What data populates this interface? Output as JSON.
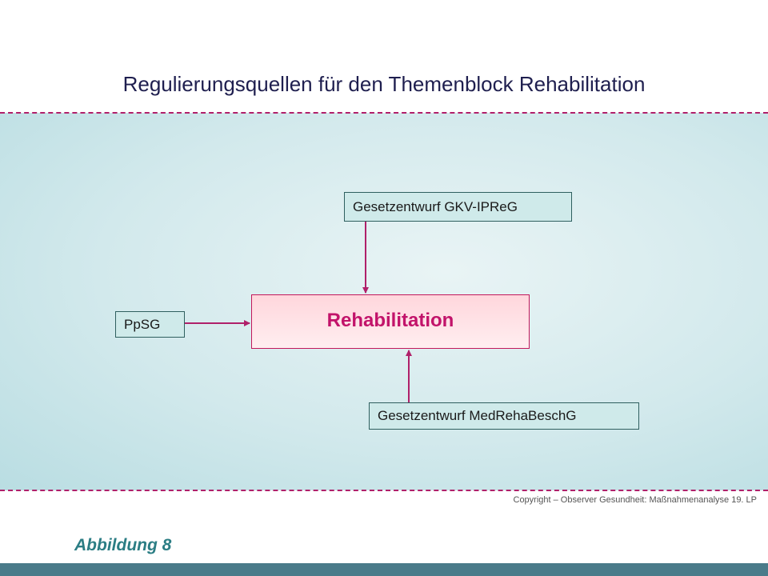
{
  "title": "Regulierungsquellen für den Themenblock Rehabilitation",
  "center_node": "Rehabilitation",
  "nodes": {
    "top": "Gesetzentwurf  GKV-IPReG",
    "left": "PpSG",
    "bottom": "Gesetzentwurf  MedRehaBeschG"
  },
  "copyright": "Copyright – Observer Gesundheit: Maßnahmenanalyse 19. LP",
  "caption": "Abbildung 8",
  "colors": {
    "accent": "#b0206a",
    "center_text": "#c2136a",
    "node_fill": "#cfeaea",
    "footer": "#4a7b8a"
  }
}
